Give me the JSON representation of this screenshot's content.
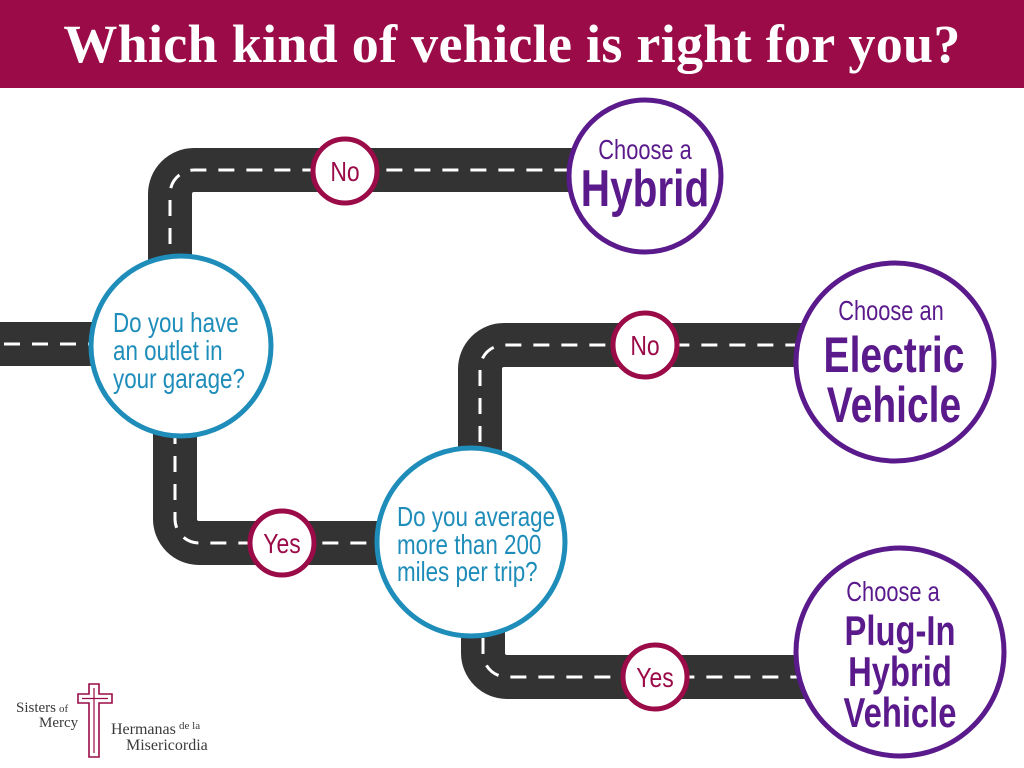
{
  "title": "Which kind of vehicle is right for you?",
  "colors": {
    "banner": "#9A0B47",
    "answer": "#9A0B47",
    "question": "#1F8DBA",
    "outcome": "#5A1A8C",
    "road": "#333333",
    "road_markings": "#FFFFFF"
  },
  "decision_tree": {
    "question_lines": [
      "Do you have",
      "an outlet in",
      "your garage?"
    ],
    "no": {
      "label": "No",
      "outcome": {
        "lead": "Choose a",
        "name_lines": [
          "Hybrid"
        ]
      }
    },
    "yes": {
      "label": "Yes",
      "question": {
        "question_lines": [
          "Do you average",
          "more than 200",
          "miles per trip?"
        ],
        "no": {
          "label": "No",
          "outcome": {
            "lead": "Choose an",
            "name_lines": [
              "Electric",
              "Vehicle"
            ]
          }
        },
        "yes": {
          "label": "Yes",
          "outcome": {
            "lead": "Choose a",
            "name_lines": [
              "Plug-In",
              "Hybrid",
              "Vehicle"
            ]
          }
        }
      }
    }
  },
  "logo": {
    "sisters": "Sisters",
    "of": "of",
    "mercy": "Mercy",
    "hermanas": "Hermanas",
    "de_la": "de la",
    "misericordia": "Misericordia",
    "icon": "mercy-cross-icon"
  }
}
